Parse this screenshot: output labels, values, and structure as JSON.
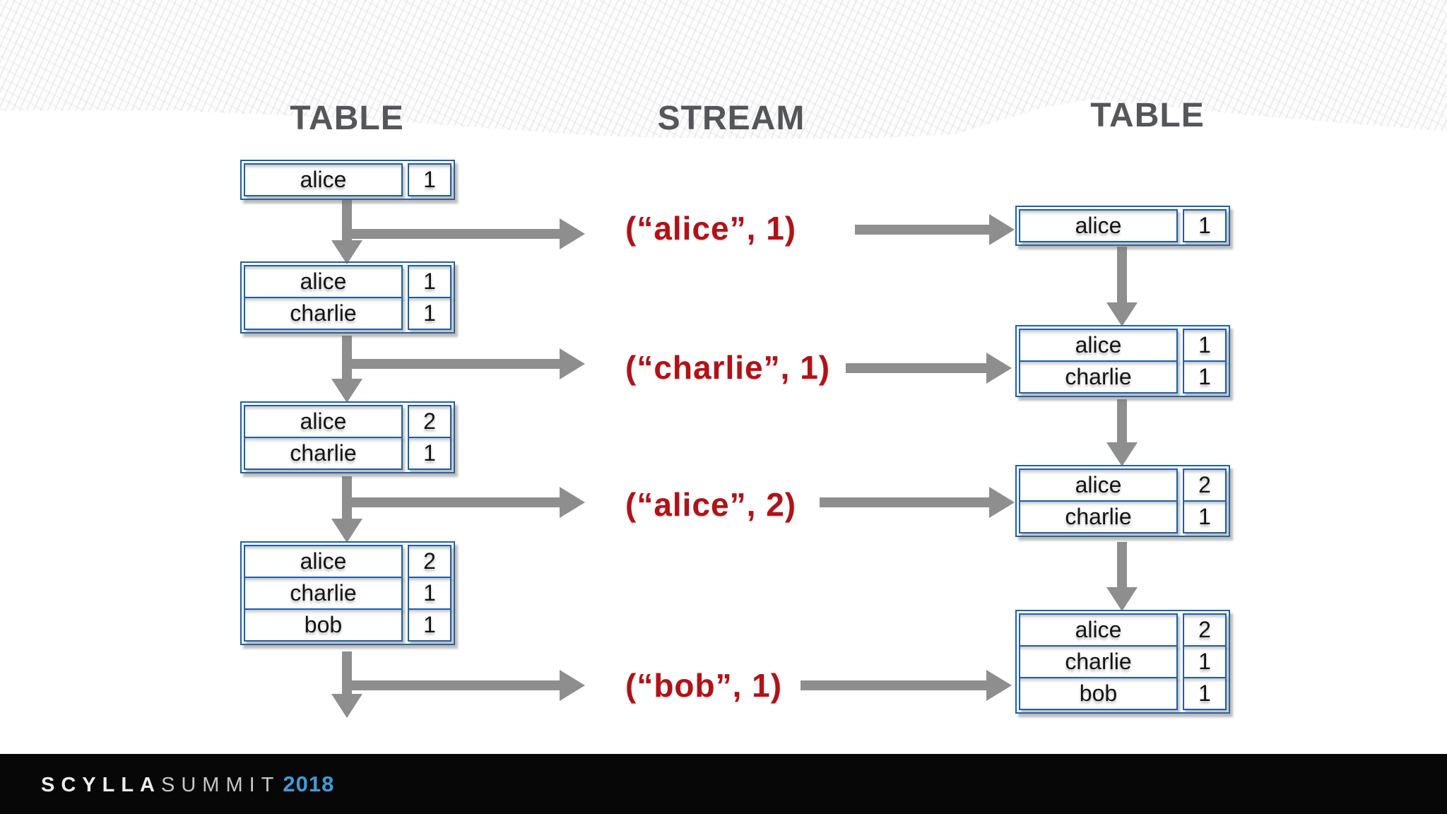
{
  "headers": {
    "left": "TABLE",
    "center": "STREAM",
    "right": "TABLE"
  },
  "tables": {
    "left": [
      {
        "rows": [
          {
            "key": "alice",
            "value": "1"
          }
        ]
      },
      {
        "rows": [
          {
            "key": "alice",
            "value": "1"
          },
          {
            "key": "charlie",
            "value": "1"
          }
        ]
      },
      {
        "rows": [
          {
            "key": "alice",
            "value": "2"
          },
          {
            "key": "charlie",
            "value": "1"
          }
        ]
      },
      {
        "rows": [
          {
            "key": "alice",
            "value": "2"
          },
          {
            "key": "charlie",
            "value": "1"
          },
          {
            "key": "bob",
            "value": "1"
          }
        ]
      }
    ],
    "right": [
      {
        "rows": [
          {
            "key": "alice",
            "value": "1"
          }
        ]
      },
      {
        "rows": [
          {
            "key": "alice",
            "value": "1"
          },
          {
            "key": "charlie",
            "value": "1"
          }
        ]
      },
      {
        "rows": [
          {
            "key": "alice",
            "value": "2"
          },
          {
            "key": "charlie",
            "value": "1"
          }
        ]
      },
      {
        "rows": [
          {
            "key": "alice",
            "value": "2"
          },
          {
            "key": "charlie",
            "value": "1"
          },
          {
            "key": "bob",
            "value": "1"
          }
        ]
      }
    ]
  },
  "stream_events": [
    {
      "label": "(“alice”, 1)"
    },
    {
      "label": "(“charlie”, 1)"
    },
    {
      "label": "(“alice”, 2)"
    },
    {
      "label": "(“bob”, 1)"
    }
  ],
  "footer": {
    "brand_primary": "SCYLLA",
    "brand_secondary": "SUMMIT",
    "year": "2018"
  },
  "colors": {
    "table_border_blue": "#1E5FA5",
    "heading_gray": "#55565A",
    "stream_red": "#B01218",
    "arrow_gray": "#8E8E8E",
    "footer_black": "#070708",
    "footer_year_blue": "#3F9CD7"
  }
}
